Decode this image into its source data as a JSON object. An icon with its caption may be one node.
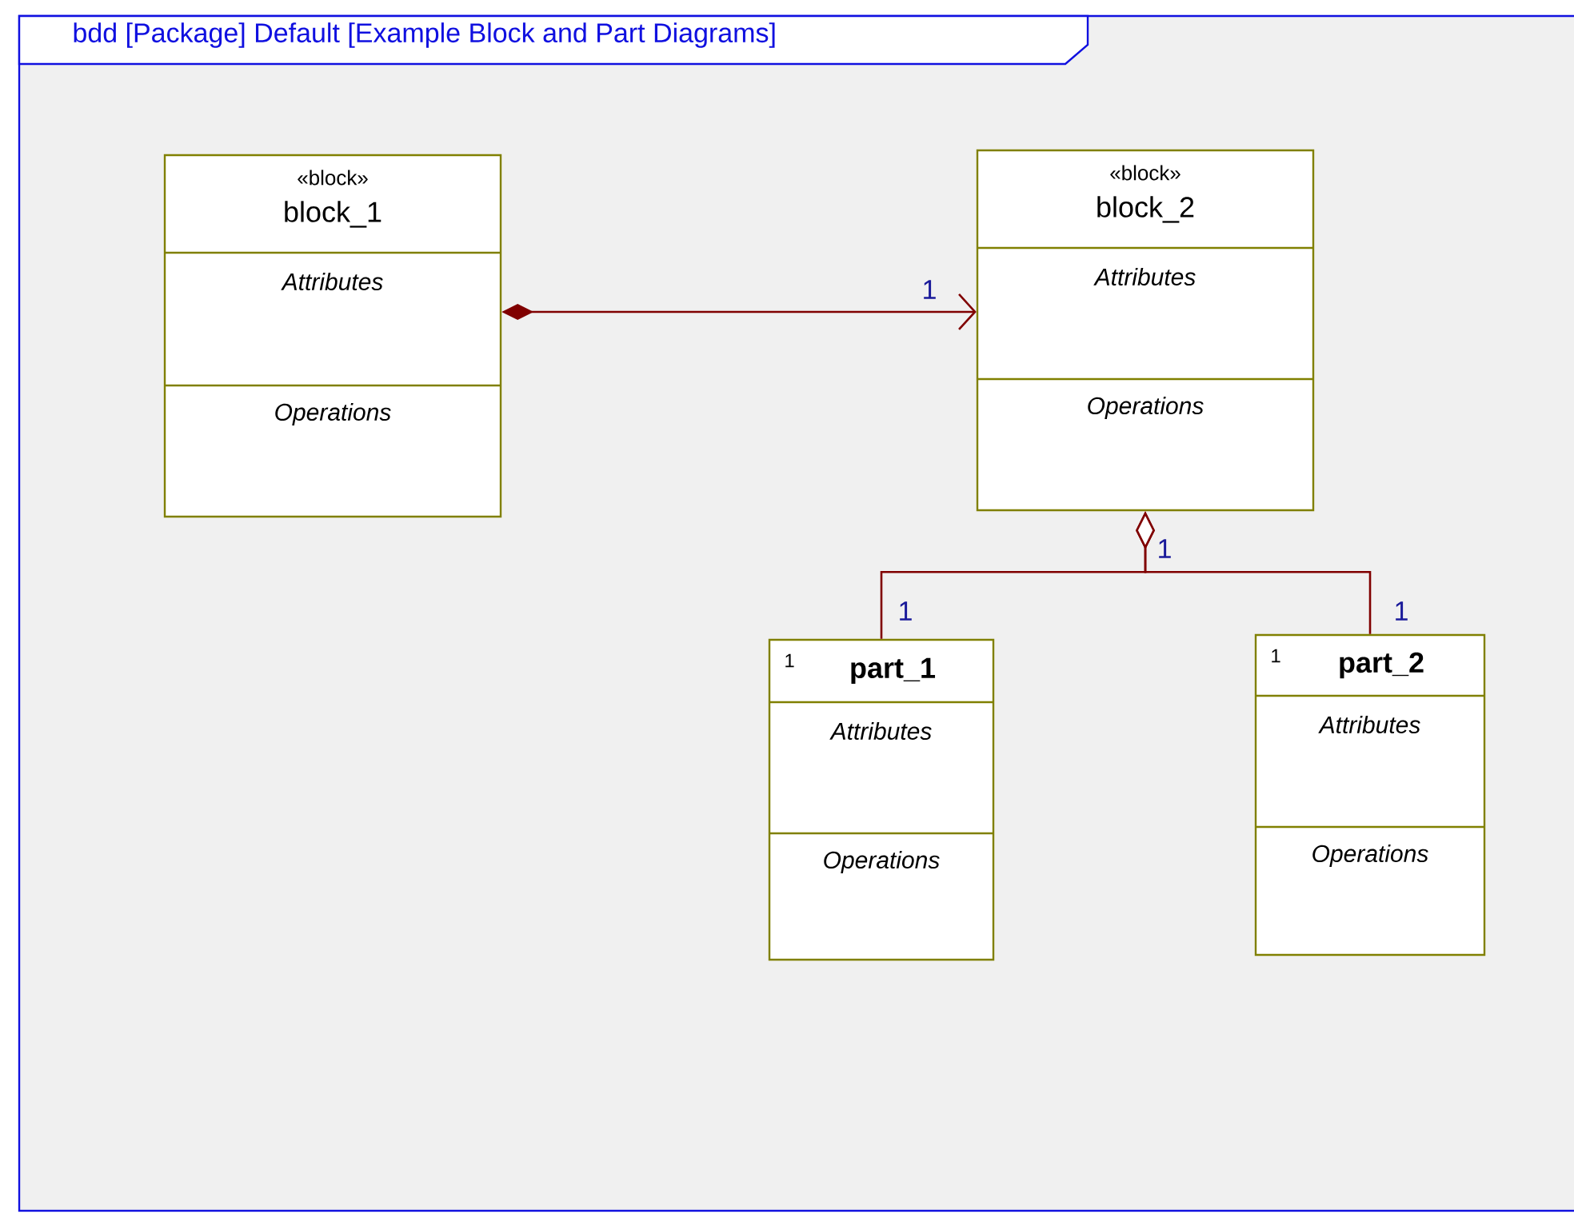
{
  "diagram": {
    "title": "bdd [Package] Default [Example Block and Part Diagrams]",
    "nodes": [
      {
        "text": [
          "«block»",
          "block_1",
          "Attributes",
          "Operations"
        ]
      },
      {
        "text": [
          "«block»",
          "block_2",
          "Attributes",
          "Operations"
        ]
      },
      {
        "text": [
          "1",
          "part_1",
          "Attributes",
          "Operations"
        ]
      },
      {
        "text": [
          "1",
          "part_2",
          "Attributes",
          "Operations"
        ]
      }
    ],
    "edges": [
      {
        "from": 0,
        "to": 1,
        "arrow": "to",
        "label": "1"
      },
      {
        "from": 1,
        "to": 2,
        "arrow": "other",
        "label": "1"
      },
      {
        "from": 1,
        "to": 3,
        "arrow": "other",
        "label": "1"
      }
    ],
    "labels": [
      "1"
    ]
  }
}
